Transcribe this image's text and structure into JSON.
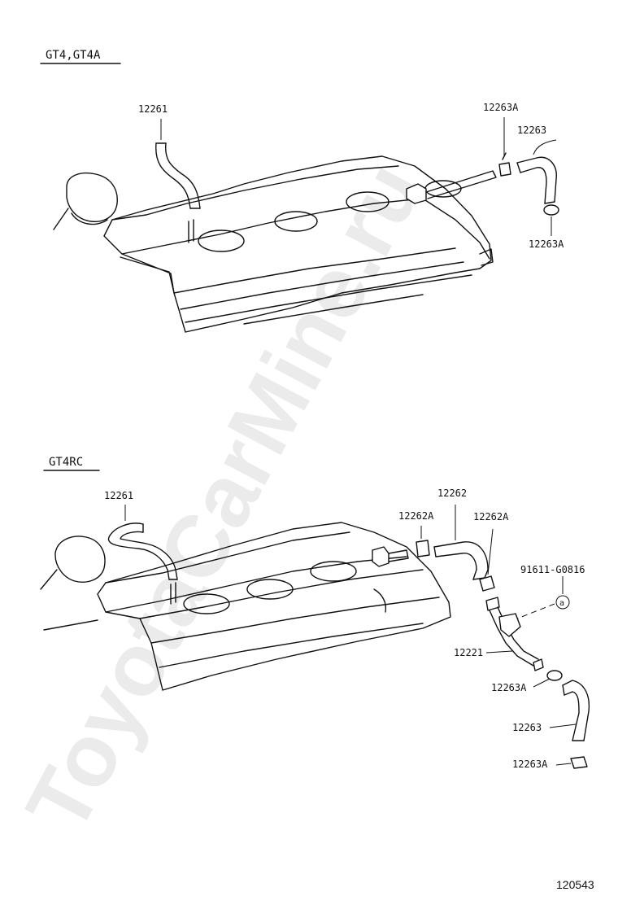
{
  "sections": [
    {
      "id": "top",
      "title": "GT4,GT4A"
    },
    {
      "id": "bottom",
      "title": "GT4RC"
    }
  ],
  "callouts": {
    "top_hose_12261": "12261",
    "top_clamp_12263a_upper": "12263A",
    "top_hose_12263": "12263",
    "top_clamp_12263a_lower": "12263A",
    "bot_hose_12261": "12261",
    "bot_hose_12262": "12262",
    "bot_clamp_12262a_left": "12262A",
    "bot_clamp_12262a_right": "12262A",
    "bot_bolt_91611": "91611-G0816",
    "bot_bolt_symbol": "a",
    "bot_pipe_12221": "12221",
    "bot_clamp_12263a_mid": "12263A",
    "bot_hose_12263": "12263",
    "bot_clamp_12263a_low": "12263A"
  },
  "watermark": "ToyotaCarMine.ru",
  "drawing_number": "120543"
}
